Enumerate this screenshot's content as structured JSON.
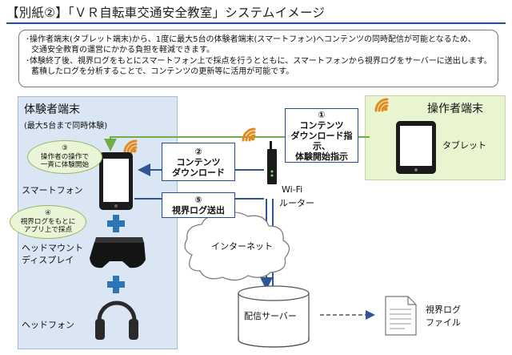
{
  "title": "【別紙②】「ＶＲ自転車交通安全教室」システムイメージ",
  "summary": {
    "line1": "･操作者端末(タブレット端末)から、1度に最大5台の体験者端末(スマートフォン)へコンテンツの同時配信が可能となるため、",
    "line2": "交通安全教育の運営にかかる負担を軽減できます。",
    "line3": "･体験終了後、視界ログをもとにスマートフォン上で採点を行うとともに、スマートフォンから視界ログをサーバーに送出します。",
    "line4": "蓄積したログを分析することで、コンテンツの更新等に活用が可能です。"
  },
  "experiencer": {
    "title": "体験者端末",
    "subtitle": "(最大5台まで同時体験)",
    "smartphone": "スマートフォン",
    "hmd_line1": "ヘッドマウント",
    "hmd_line2": "ディスプレイ",
    "headphone": "ヘッドフォン"
  },
  "operator": {
    "title": "操作者端末",
    "tablet": "タブレット"
  },
  "callouts": {
    "c3_num": "③",
    "c3_line1": "操作者の操作で",
    "c3_line2": "一斉に体験開始",
    "c4_num": "④",
    "c4_line1": "視界ログをもとに",
    "c4_line2": "アプリ上で採点"
  },
  "steps": {
    "s1_num": "①",
    "s1_line1": "コンテンツ",
    "s1_line2": "ダウンロード指示、",
    "s1_line3": "体験開始指示",
    "s2_num": "②",
    "s2_line1": "コンテンツ",
    "s2_line2": "ダウンロード",
    "s5_num": "⑤",
    "s5_line1": "視界ログ送出"
  },
  "router": {
    "line1": "Wi-Fi",
    "line2": "ルーター"
  },
  "internet": "インターネット",
  "server": "配信サーバー",
  "logfile": {
    "line1": "視界ログ",
    "line2": "ファイル"
  },
  "colors": {
    "accent_blue": "#1f4e96",
    "panel_blue": "#dbe6f4",
    "panel_green": "#e9f4d0",
    "arrow_green": "#70ad47",
    "wifi_orange": "#e58a1f"
  }
}
